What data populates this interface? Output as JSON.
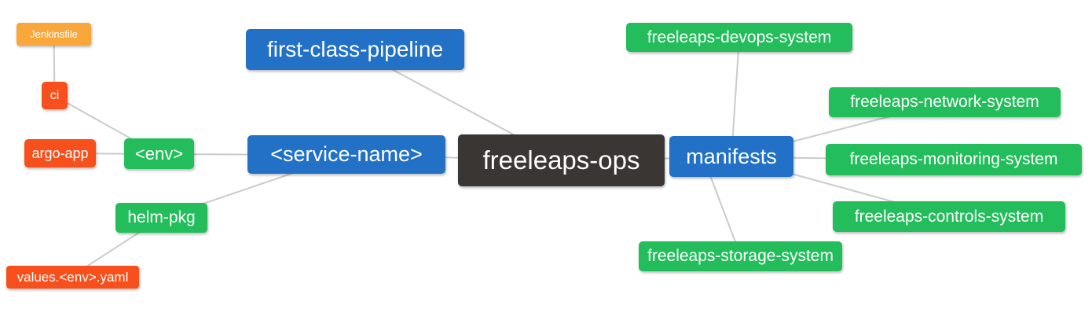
{
  "diagram": {
    "title": "freeleaps-ops mindmap",
    "background_color": "#ffffff",
    "edge_color": "#cbcbcb",
    "palette": {
      "blue": "#2271c7",
      "green": "#23be5b",
      "orange": "#f9a63a",
      "red": "#f7501d",
      "dark": "#3a3633"
    },
    "nodes": [
      {
        "id": "jenkinsfile",
        "label": "Jenkinsfile",
        "color": "orange"
      },
      {
        "id": "ci",
        "label": "ci",
        "color": "red"
      },
      {
        "id": "argo-app",
        "label": "argo-app",
        "color": "red"
      },
      {
        "id": "env",
        "label": "<env>",
        "color": "green"
      },
      {
        "id": "first-class-pipeline",
        "label": "first-class-pipeline",
        "color": "blue"
      },
      {
        "id": "service-name",
        "label": "<service-name>",
        "color": "blue"
      },
      {
        "id": "freeleaps-ops",
        "label": "freeleaps-ops",
        "color": "dark"
      },
      {
        "id": "manifests",
        "label": "manifests",
        "color": "blue"
      },
      {
        "id": "freeleaps-devops-system",
        "label": "freeleaps-devops-system",
        "color": "green"
      },
      {
        "id": "freeleaps-network-system",
        "label": "freeleaps-network-system",
        "color": "green"
      },
      {
        "id": "freeleaps-monitoring-system",
        "label": "freeleaps-monitoring-system",
        "color": "green"
      },
      {
        "id": "freeleaps-controls-system",
        "label": "freeleaps-controls-system",
        "color": "green"
      },
      {
        "id": "freeleaps-storage-system",
        "label": "freeleaps-storage-system",
        "color": "green"
      },
      {
        "id": "helm-pkg",
        "label": "helm-pkg",
        "color": "green"
      },
      {
        "id": "values-env-yaml",
        "label": "values.<env>.yaml",
        "color": "red"
      }
    ],
    "edges": [
      {
        "from": "jenkinsfile",
        "to": "ci"
      },
      {
        "from": "ci",
        "to": "env"
      },
      {
        "from": "argo-app",
        "to": "env"
      },
      {
        "from": "env",
        "to": "service-name"
      },
      {
        "from": "helm-pkg",
        "to": "service-name"
      },
      {
        "from": "values-env-yaml",
        "to": "helm-pkg"
      },
      {
        "from": "first-class-pipeline",
        "to": "freeleaps-ops"
      },
      {
        "from": "service-name",
        "to": "freeleaps-ops"
      },
      {
        "from": "freeleaps-ops",
        "to": "manifests"
      },
      {
        "from": "manifests",
        "to": "freeleaps-devops-system"
      },
      {
        "from": "manifests",
        "to": "freeleaps-network-system"
      },
      {
        "from": "manifests",
        "to": "freeleaps-monitoring-system"
      },
      {
        "from": "manifests",
        "to": "freeleaps-controls-system"
      },
      {
        "from": "manifests",
        "to": "freeleaps-storage-system"
      }
    ]
  }
}
